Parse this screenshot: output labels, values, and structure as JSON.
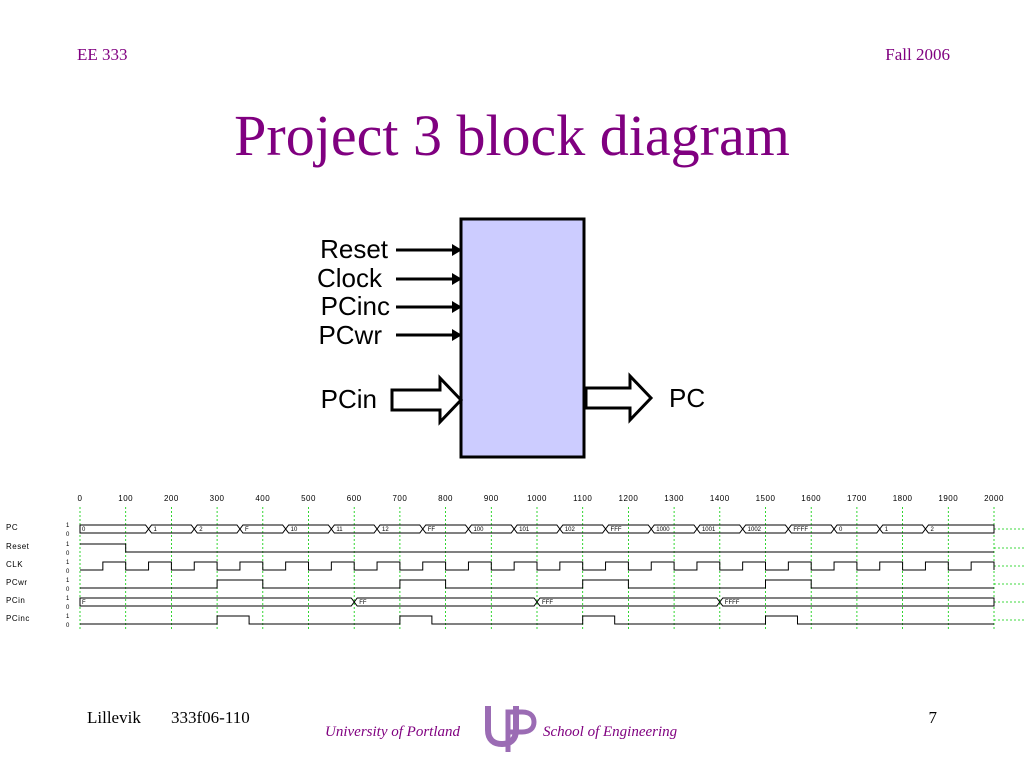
{
  "header": {
    "course": "EE 333",
    "term": "Fall 2006"
  },
  "title": "Project 3 block diagram",
  "diagram": {
    "inputs": [
      "Reset",
      "Clock",
      "PCinc",
      "PCwr"
    ],
    "bus_input": "PCin",
    "bus_output": "PC",
    "block_fill": "#ccccff",
    "block_stroke": "#000000"
  },
  "timing": {
    "time_ticks": [
      "0",
      "100",
      "200",
      "300",
      "400",
      "500",
      "600",
      "700",
      "800",
      "900",
      "1000",
      "1100",
      "1200",
      "1300",
      "1400",
      "1500",
      "1600",
      "1700",
      "1800",
      "1900",
      "2000"
    ],
    "level_labels": [
      "1",
      "0"
    ],
    "grid_color": "#00cc00",
    "signals": [
      {
        "name": "PC",
        "type": "bus",
        "values": [
          "0",
          "1",
          "2",
          "F",
          "10",
          "11",
          "12",
          "FF",
          "100",
          "101",
          "102",
          "FFF",
          "1000",
          "1001",
          "1002",
          "FFFF",
          "0",
          "1",
          "2"
        ],
        "transitions": [
          0,
          150,
          250,
          350,
          450,
          550,
          650,
          750,
          850,
          950,
          1050,
          1150,
          1250,
          1350,
          1450,
          1550,
          1650,
          1750,
          1850
        ]
      },
      {
        "name": "Reset",
        "type": "bit",
        "initial": 1,
        "transitions": [
          100
        ]
      },
      {
        "name": "CLK",
        "type": "bit",
        "initial": 0,
        "transitions": [
          50,
          100,
          150,
          200,
          250,
          300,
          350,
          400,
          450,
          500,
          550,
          600,
          650,
          700,
          750,
          800,
          850,
          900,
          950,
          1000,
          1050,
          1100,
          1150,
          1200,
          1250,
          1300,
          1350,
          1400,
          1450,
          1500,
          1550,
          1600,
          1650,
          1700,
          1750,
          1800,
          1850,
          1900,
          1950,
          2000
        ]
      },
      {
        "name": "PCwr",
        "type": "bit",
        "initial": 0,
        "transitions": [
          300,
          400,
          700,
          800,
          1100,
          1200,
          1500,
          1600
        ]
      },
      {
        "name": "PCin",
        "type": "bus",
        "values": [
          "F",
          "FF",
          "FFF",
          "FFFF"
        ],
        "transitions": [
          0,
          600,
          1000,
          1400
        ]
      },
      {
        "name": "PCinc",
        "type": "bit",
        "initial": 0,
        "transitions": [
          300,
          370,
          700,
          770,
          1100,
          1170,
          1500,
          1570
        ]
      }
    ]
  },
  "footer": {
    "author": "Lillevik",
    "doc_id": "333f06-110",
    "university": "University of Portland",
    "school": "School of Engineering",
    "page": "7",
    "logo": "UP"
  }
}
